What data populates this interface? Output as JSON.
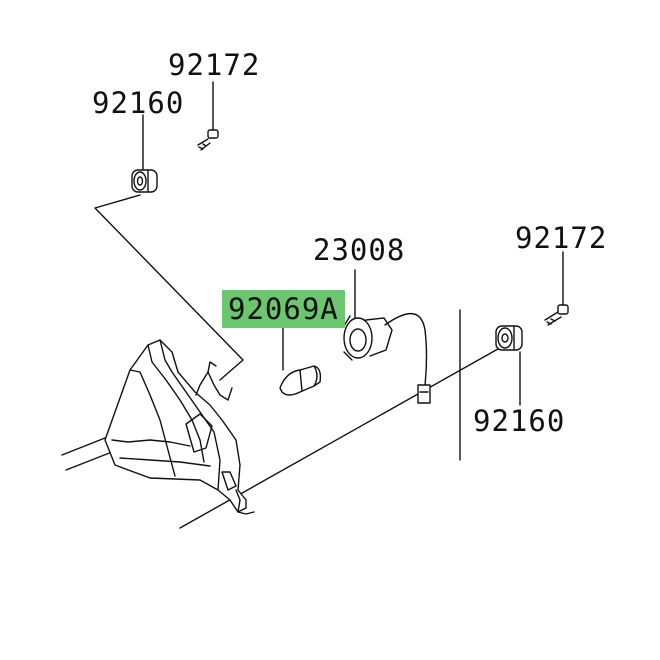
{
  "diagram": {
    "highlight_color": "#6cc56f",
    "parts": {
      "screw_top": "92172",
      "damper_top": "92160",
      "socket": "23008",
      "bulb": "92069A",
      "screw_right": "92172",
      "damper_right": "92160"
    }
  }
}
